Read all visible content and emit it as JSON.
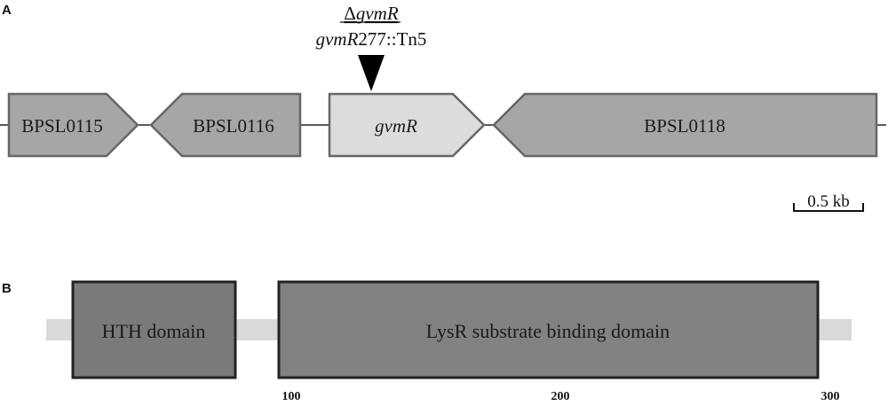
{
  "panel_a": {
    "letter": "A",
    "genes": [
      {
        "label": "BPSL0115",
        "italic": false,
        "fill": "#a6a6a6"
      },
      {
        "label": "BPSL0116",
        "italic": false,
        "fill": "#a6a6a6"
      },
      {
        "label": "gvmR",
        "italic": true,
        "fill": "#dcdcdc"
      },
      {
        "label": "BPSL0118",
        "italic": false,
        "fill": "#a6a6a6"
      }
    ],
    "mutation": {
      "deletion_symbol": "Δ",
      "deletion_gene": "gvmR",
      "insertion_gene": "gvmR",
      "insertion_site": "277",
      "insertion_suffix": "::Tn5"
    },
    "scale_bar": "0.5 kb"
  },
  "panel_b": {
    "letter": "B",
    "domains": [
      {
        "label": "HTH domain",
        "fill": "#7a7a7a"
      },
      {
        "label": "LysR substrate binding domain",
        "fill": "#828282"
      }
    ],
    "ticks": [
      "100",
      "200",
      "300"
    ],
    "backbone_color": "#d9d9d9",
    "outline_color": "#222222"
  }
}
